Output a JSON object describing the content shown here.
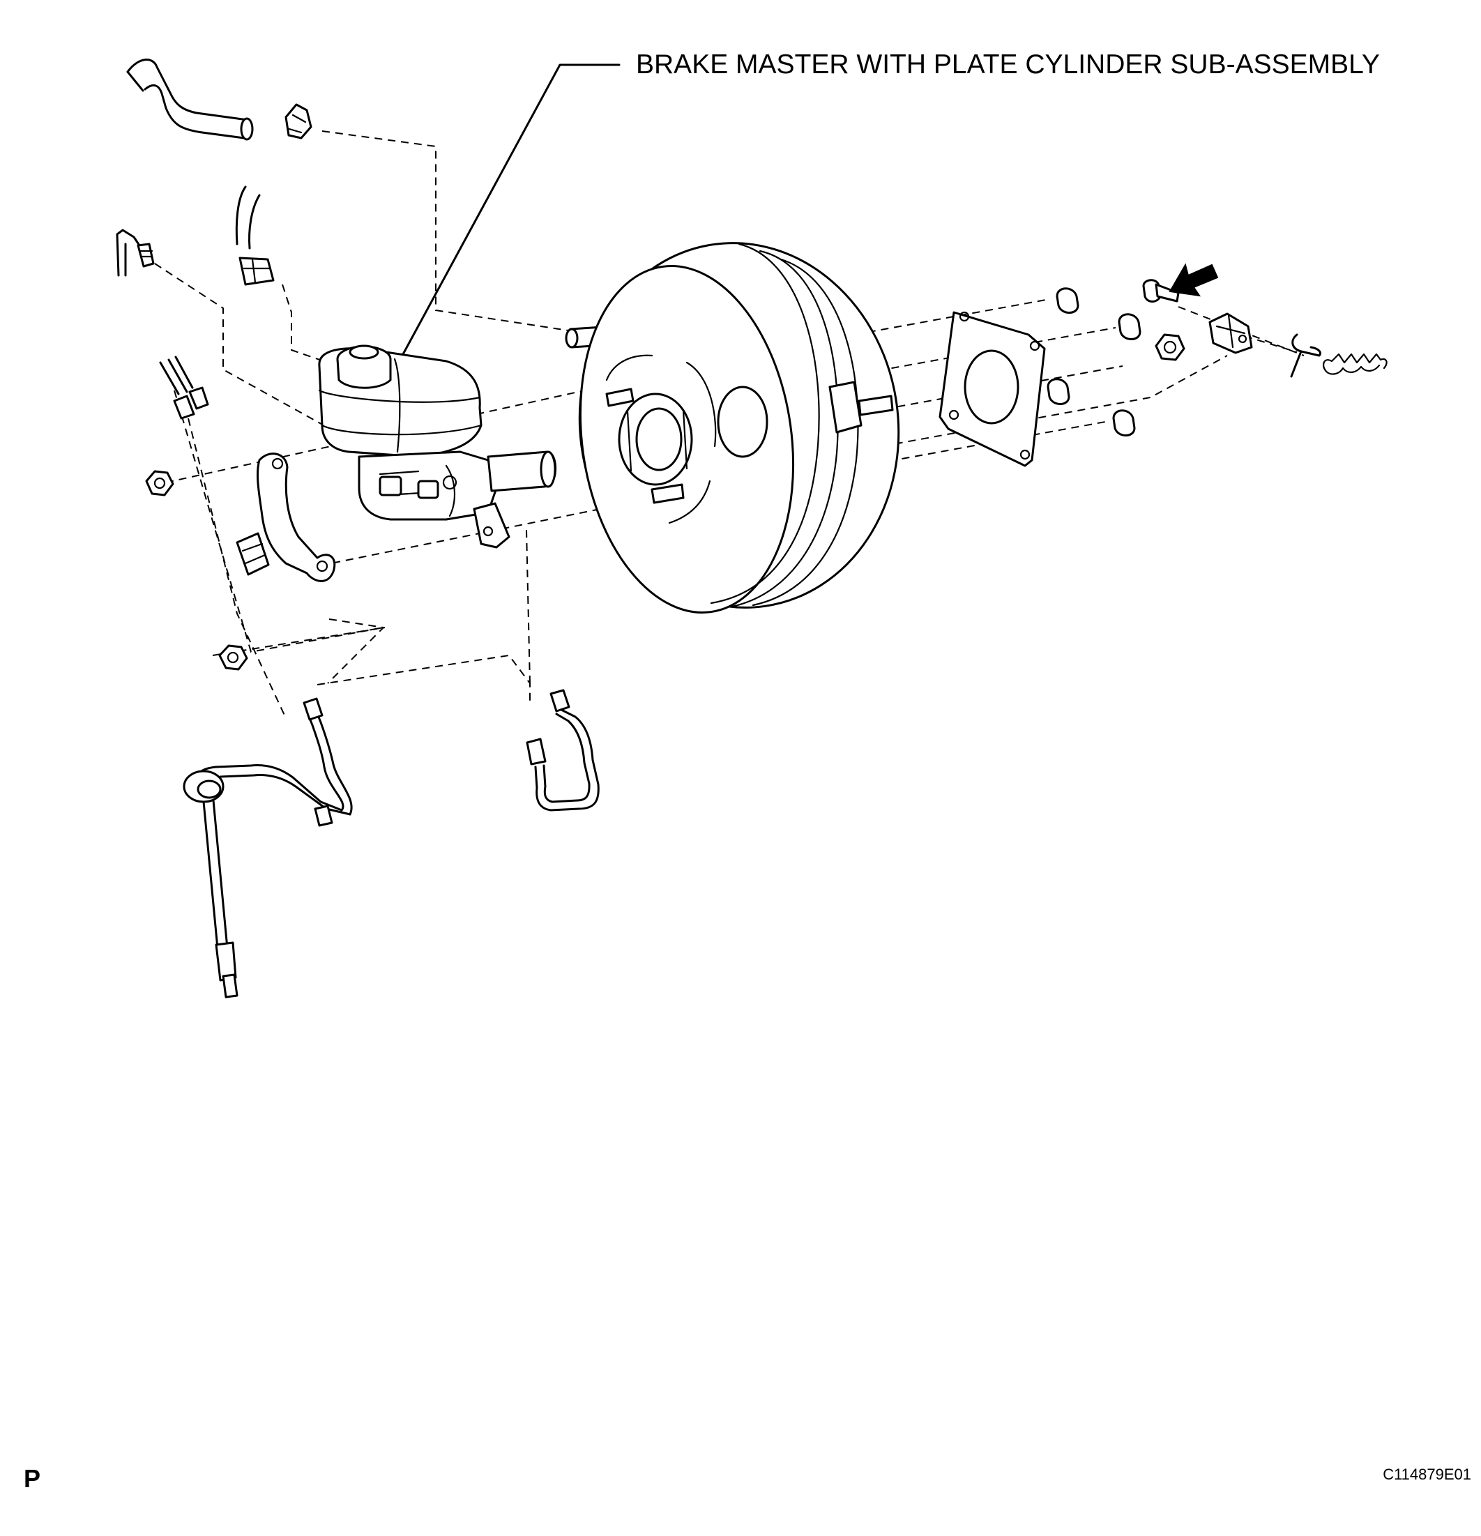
{
  "labels": {
    "callout": "BRAKE MASTER WITH PLATE CYLINDER SUB-ASSEMBLY",
    "corner_letter": "P",
    "figure_code": "C114879E01"
  },
  "colors": {
    "ink": "#000000",
    "paper": "#ffffff"
  }
}
